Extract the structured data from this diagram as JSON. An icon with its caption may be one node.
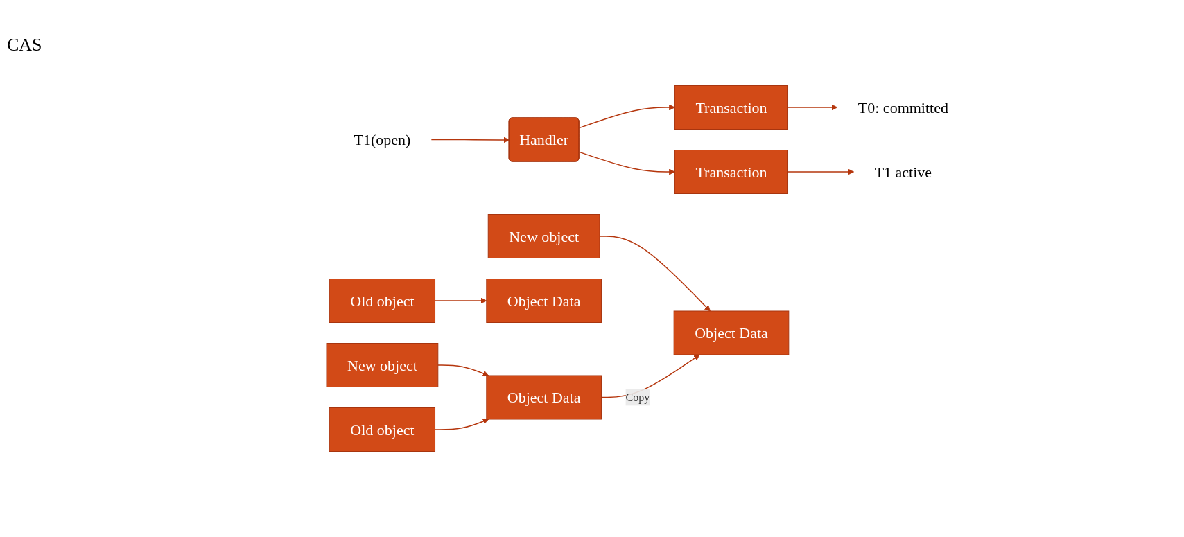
{
  "diagram": {
    "nodes": [
      {
        "text": [
          "Handler"
        ]
      },
      {
        "text": [
          "T1(open)"
        ]
      },
      {
        "text": [
          "Transaction"
        ]
      },
      {
        "text": [
          "New object"
        ]
      },
      {
        "text": [
          "Old object"
        ]
      },
      {
        "text": [
          "T0: committed"
        ]
      },
      {
        "text": [
          "Object Data"
        ]
      },
      {
        "text": [
          "Object Data"
        ]
      },
      {
        "text": [
          "Transaction"
        ]
      },
      {
        "text": [
          "New object"
        ]
      },
      {
        "text": [
          "Old object"
        ]
      },
      {
        "text": [
          "T1 active"
        ]
      },
      {
        "text": [
          "Object Data"
        ]
      }
    ],
    "edges": [
      {
        "from": 1,
        "to": 0,
        "arrow": "to"
      },
      {
        "from": 0,
        "to": 2,
        "arrow": "to"
      },
      {
        "from": 0,
        "to": 8,
        "arrow": "to"
      },
      {
        "from": 2,
        "to": 5,
        "arrow": "to"
      },
      {
        "from": 3,
        "to": 6,
        "arrow": "to"
      },
      {
        "from": 4,
        "to": 7,
        "arrow": "to"
      },
      {
        "from": 8,
        "to": 11,
        "arrow": "to"
      },
      {
        "from": 9,
        "to": 12,
        "arrow": "to"
      },
      {
        "from": 10,
        "to": 6,
        "arrow": "to"
      },
      {
        "from": 6,
        "to": 12,
        "arrow": "to",
        "label": "Copy"
      }
    ],
    "labels": [
      "CAS"
    ]
  }
}
